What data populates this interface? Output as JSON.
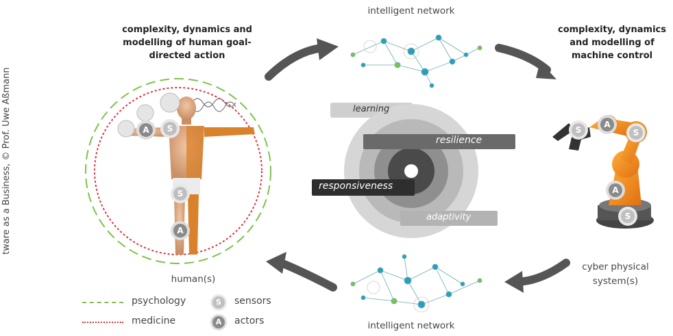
{
  "side_caption": "tware as a Business, © Prof. Uwe Aßmann",
  "headings": {
    "human": "complexity, dynamics and modelling of human goal-directed action",
    "machine": "complexity, dynamics and modelling of machine control"
  },
  "network_top_label": "intelligent network",
  "network_bottom_label": "intelligent network",
  "human_label": "human(s)",
  "cps_label": "cyber physical system(s)",
  "spiral_labels": {
    "learning": "learning",
    "resilience": "resilience",
    "responsiveness": "responsiveness",
    "adaptivity": "adaptivity"
  },
  "badges": {
    "sensor": "S",
    "actor": "A"
  },
  "legend": {
    "psychology": "psychology",
    "medicine": "medicine",
    "sensors": "sensors",
    "actors": "actors"
  },
  "colors": {
    "psychology_dash": "#7cc24a",
    "medicine_dot": "#e0303a",
    "arrow": "#555555",
    "robot": "#f08a1c",
    "network": "#2aa0b8"
  }
}
